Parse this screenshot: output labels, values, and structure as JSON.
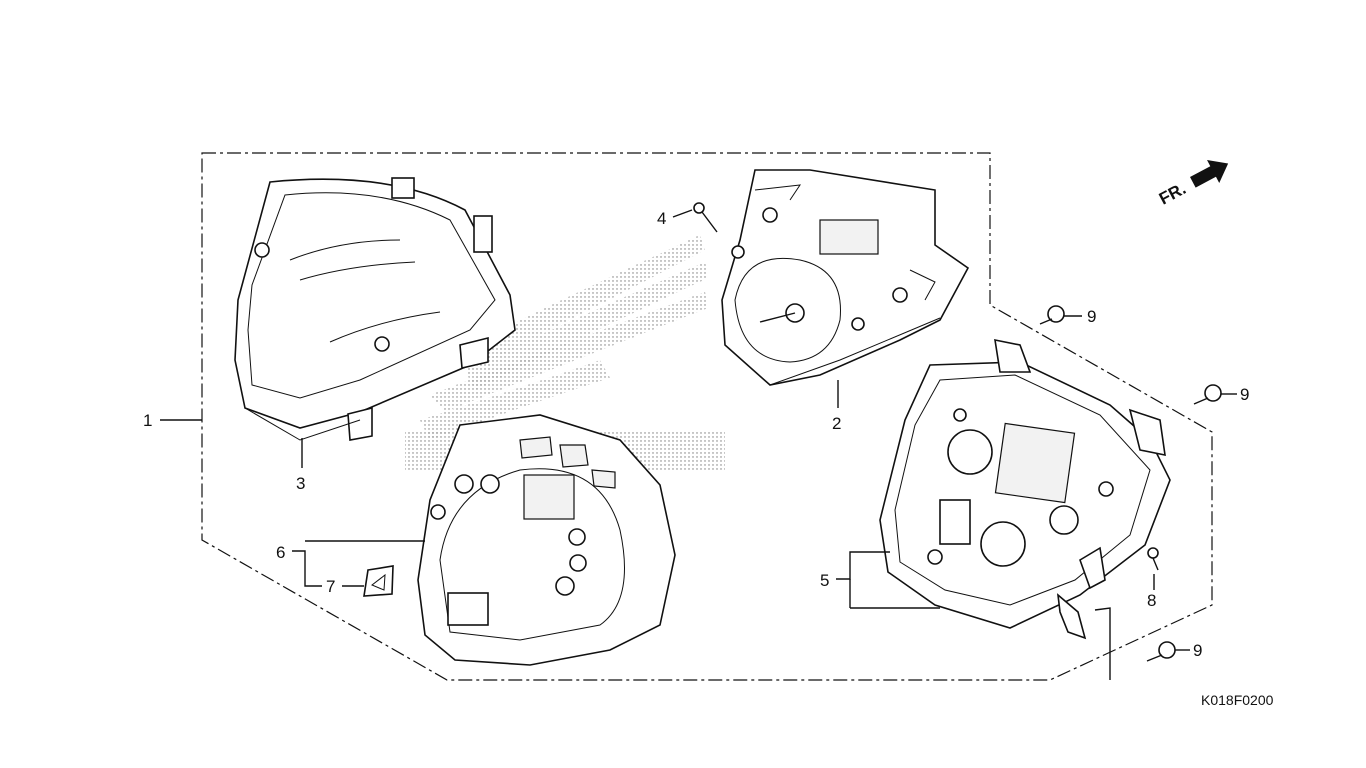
{
  "diagram": {
    "code": "K018F0200",
    "direction_label": "FR.",
    "callouts": {
      "c1": "1",
      "c2": "2",
      "c3": "3",
      "c4": "4",
      "c5": "5",
      "c6": "6",
      "c7": "7",
      "c8": "8",
      "c9a": "9",
      "c9b": "9",
      "c9c": "9"
    }
  }
}
